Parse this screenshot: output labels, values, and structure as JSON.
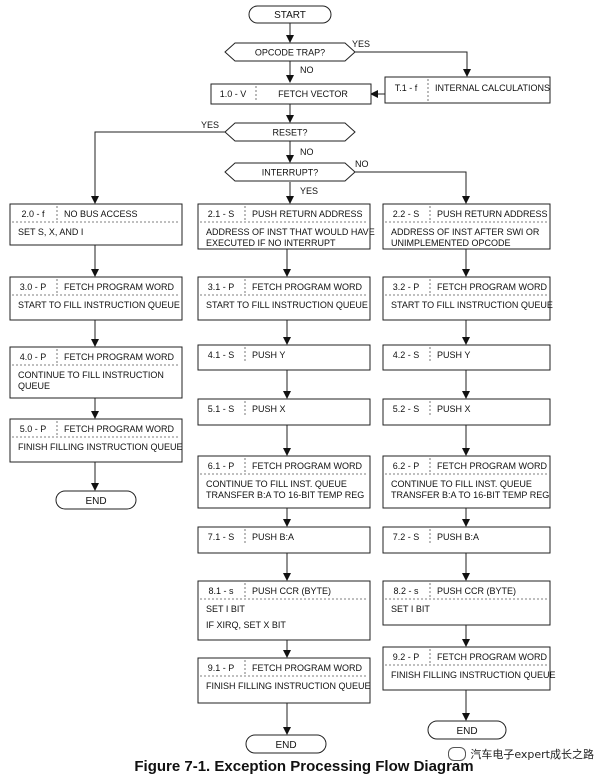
{
  "terminals": {
    "start": "START",
    "end_left": "END",
    "end_mid": "END",
    "end_right": "END"
  },
  "decisions": {
    "opcode_trap": "OPCODE TRAP?",
    "reset": "RESET?",
    "interrupt": "INTERRUPT?"
  },
  "branch_labels": {
    "opcode_yes": "YES",
    "opcode_no": "NO",
    "reset_yes": "YES",
    "reset_no": "NO",
    "interrupt_no": "NO",
    "interrupt_yes": "YES"
  },
  "steps": {
    "s1_0": {
      "id": "1.0 - V",
      "title": "FETCH VECTOR"
    },
    "t1": {
      "id": "T.1 - f",
      "title": "INTERNAL CALCULATIONS"
    },
    "left": [
      {
        "id": "2.0 - f",
        "title": "NO BUS ACCESS",
        "body": [
          "SET S, X, AND I"
        ]
      },
      {
        "id": "3.0 - P",
        "title": "FETCH PROGRAM WORD",
        "body": [
          "START TO FILL INSTRUCTION QUEUE"
        ]
      },
      {
        "id": "4.0 - P",
        "title": "FETCH PROGRAM WORD",
        "body": [
          "CONTINUE TO FILL INSTRUCTION",
          "QUEUE"
        ]
      },
      {
        "id": "5.0 - P",
        "title": "FETCH PROGRAM WORD",
        "body": [
          "FINISH FILLING INSTRUCTION QUEUE"
        ]
      }
    ],
    "mid": [
      {
        "id": "2.1 - S",
        "title": "PUSH RETURN ADDRESS",
        "body": [
          "ADDRESS OF INST THAT WOULD HAVE",
          "EXECUTED IF NO INTERRUPT"
        ]
      },
      {
        "id": "3.1 - P",
        "title": "FETCH PROGRAM WORD",
        "body": [
          "START TO FILL INSTRUCTION QUEUE"
        ]
      },
      {
        "id": "4.1 - S",
        "title": "PUSH Y",
        "body": []
      },
      {
        "id": "5.1 - S",
        "title": "PUSH X",
        "body": []
      },
      {
        "id": "6.1 - P",
        "title": "FETCH PROGRAM WORD",
        "body": [
          "CONTINUE TO FILL INST. QUEUE",
          "TRANSFER B:A TO 16-BIT TEMP REG"
        ]
      },
      {
        "id": "7.1 - S",
        "title": "PUSH B:A",
        "body": []
      },
      {
        "id": "8.1 - s",
        "title": "PUSH CCR (BYTE)",
        "body": [
          "SET I BIT",
          "IF  XIRQ, SET X BIT"
        ]
      },
      {
        "id": "9.1 - P",
        "title": "FETCH PROGRAM WORD",
        "body": [
          "FINISH FILLING INSTRUCTION QUEUE"
        ]
      }
    ],
    "right": [
      {
        "id": "2.2 - S",
        "title": "PUSH RETURN ADDRESS",
        "body": [
          "ADDRESS OF INST AFTER SWI OR",
          "UNIMPLEMENTED OPCODE"
        ]
      },
      {
        "id": "3.2 - P",
        "title": "FETCH PROGRAM WORD",
        "body": [
          "START TO FILL INSTRUCTION QUEUE"
        ]
      },
      {
        "id": "4.2 - S",
        "title": "PUSH Y",
        "body": []
      },
      {
        "id": "5.2 - S",
        "title": "PUSH X",
        "body": []
      },
      {
        "id": "6.2 - P",
        "title": "FETCH PROGRAM WORD",
        "body": [
          "CONTINUE TO FILL INST. QUEUE",
          "TRANSFER B:A TO 16-BIT TEMP REG"
        ]
      },
      {
        "id": "7.2 - S",
        "title": "PUSH B:A",
        "body": []
      },
      {
        "id": "8.2 - s",
        "title": "PUSH CCR (BYTE)",
        "body": [
          "SET I BIT"
        ]
      },
      {
        "id": "9.2 - P",
        "title": "FETCH PROGRAM WORD",
        "body": [
          "FINISH FILLING INSTRUCTION QUEUE"
        ]
      }
    ]
  },
  "caption": "Figure 7-1. Exception Processing Flow Diagram",
  "watermark": "汽车电子expert成长之路"
}
